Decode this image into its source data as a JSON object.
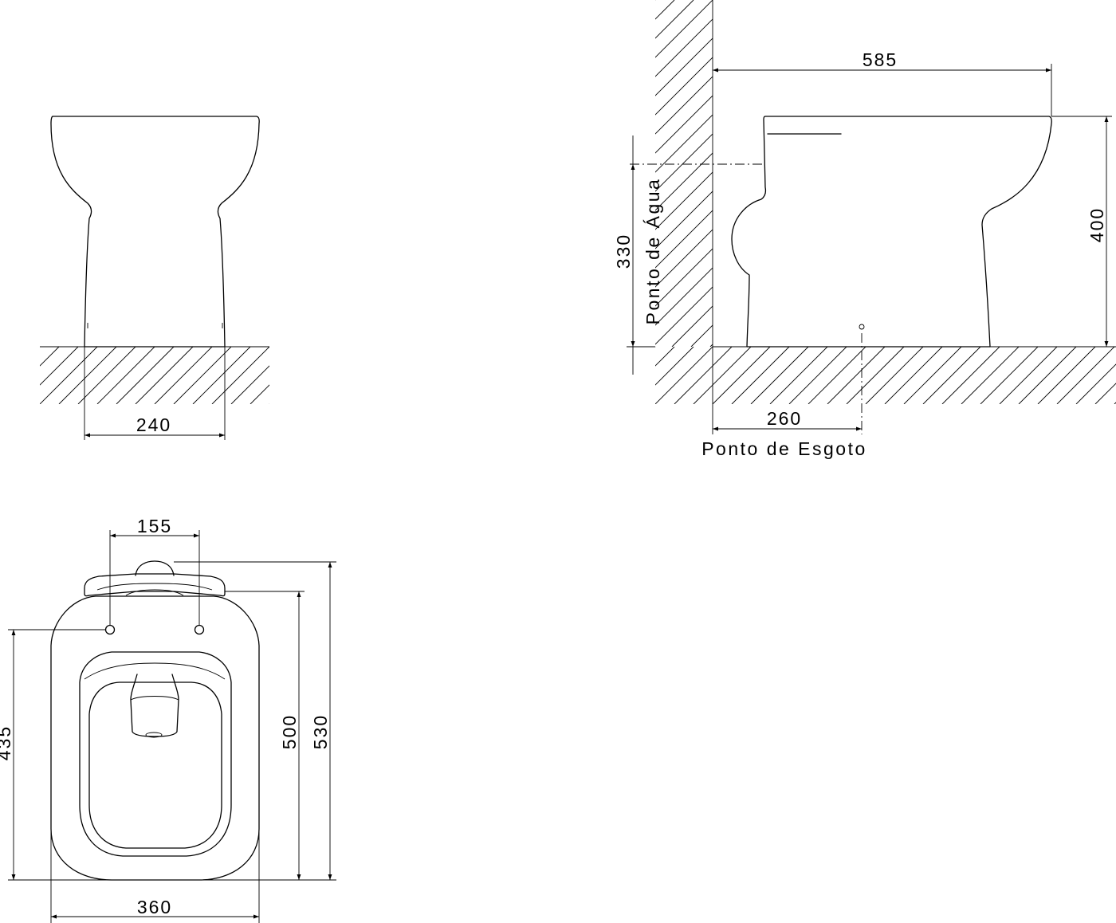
{
  "front_view": {
    "width_dim": "240"
  },
  "side_view": {
    "depth_dim": "585",
    "height_dim": "400",
    "water_height_dim": "330",
    "drain_dim": "260",
    "water_point_label": "Ponto de Água",
    "sewer_point_label": "Ponto de Esgoto"
  },
  "top_view": {
    "hole_spacing_dim": "155",
    "seat_width_dim": "360",
    "hole_to_front_dim": "435",
    "bowl_length_dim": "500",
    "total_length_dim": "530"
  }
}
